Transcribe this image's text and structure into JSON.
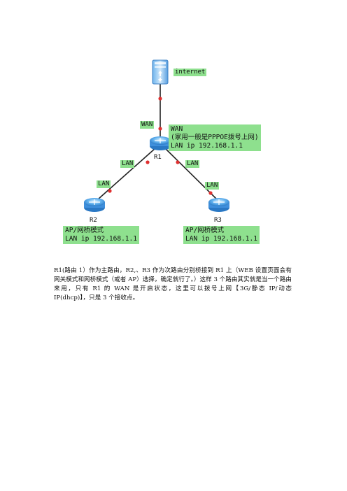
{
  "diagram": {
    "internet_label": "internet",
    "wan_top_label": "WAN",
    "r1_box": {
      "line1": "WAN",
      "line2": "(家用一般是PPPOE拨号上网)",
      "line3": "LAN ip 192.168.1.1"
    },
    "r1_name": "R1",
    "lan_left_upper": "LAN",
    "lan_right_upper": "LAN",
    "lan_left_lower": "LAN",
    "lan_right_lower": "LAN",
    "r2_name": "R2",
    "r3_name": "R3",
    "r2_box": {
      "line1": "AP/网桥模式",
      "line2": "LAN ip 192.168.1.1"
    },
    "r3_box": {
      "line1": "AP/网桥模式",
      "line2": "LAN ip 192.168.1.1"
    },
    "colors": {
      "label_bg": "#8ee08e",
      "link_line": "#222222",
      "link_dot": "#e03030",
      "router_blue": "#4aa0e8"
    }
  },
  "description": {
    "paragraph": "R1(路由 1）作为主路由，R2,、R3 作为次路由分别桥接到 R1 上（WEB 设置页面会有网关模式和网桥模式（或者 AP）选择，确定就行了。）这样 3 个路由其实就是当一个路由来用，只有 R1 的 WAN 是开启状态，这里可以拨号上网【3G/静态 IP/动态 IP(dhcp)】，只是 3 个接收点。"
  }
}
